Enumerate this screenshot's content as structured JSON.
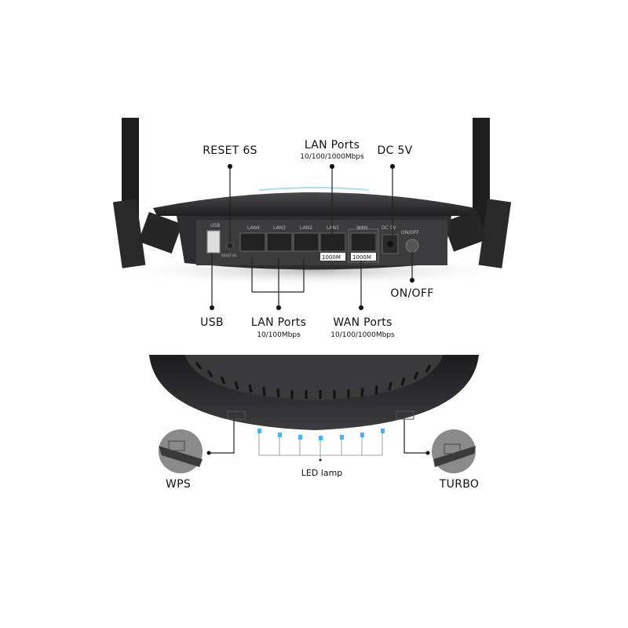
{
  "callouts_top": {
    "reset": "RESET 6S",
    "lan_top": {
      "title": "LAN Ports",
      "speed": "10/100/1000Mbps"
    },
    "dc": "DC 5V",
    "onoff": "ON/OFF",
    "usb": "USB",
    "lan_bottom": {
      "title": "LAN Ports",
      "speed": "10/100Mbps"
    },
    "wan": {
      "title": "WAN Ports",
      "speed": "10/100/1000Mbps"
    }
  },
  "panel_labels": {
    "usb": "USB",
    "reset": "RESET 6S",
    "ports": [
      "LAN4",
      "LAN3",
      "LAN2",
      "LAN1",
      "WAN"
    ],
    "lan1_speed": "1000M",
    "wan_speed": "1000M",
    "dc": "DC 5V",
    "onoff": "ON/OFF"
  },
  "callouts_bottom": {
    "wps": "WPS",
    "led": "LED lamp",
    "turbo": "TURBO"
  },
  "colors": {
    "led": "#3fb4ff",
    "body": "#2f2f31",
    "panel": "#3c3c3e"
  }
}
